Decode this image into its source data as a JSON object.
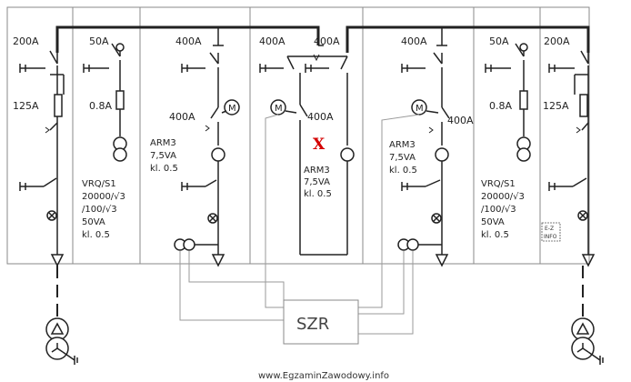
{
  "cells": [
    {
      "id": "cell-1",
      "top_rating": "200A",
      "fuse": "125A"
    },
    {
      "id": "cell-2",
      "top_rating": "50A",
      "fuse": "0.8A",
      "vt_lines": [
        "VRQ/S1",
        "20000/√3",
        "/100/√3",
        "50VA",
        "kl. 0.5"
      ]
    },
    {
      "id": "cell-3",
      "top_rating": "400A",
      "breaker": "400A",
      "motor": "M",
      "ct_lines": [
        "ARM3",
        "7,5VA",
        "kl. 0.5"
      ]
    },
    {
      "id": "cell-4",
      "top_left": "400A",
      "top_right": "400A",
      "breaker": "400A",
      "motor": "M",
      "marker": "X",
      "ct_lines": [
        "ARM3",
        "7,5VA",
        "kl. 0.5"
      ]
    },
    {
      "id": "cell-5",
      "top_rating": "400A",
      "breaker": "400A",
      "motor": "M",
      "ct_lines": [
        "ARM3",
        "7,5VA",
        "kl. 0.5"
      ]
    },
    {
      "id": "cell-6",
      "top_rating": "50A",
      "fuse": "0.8A",
      "vt_lines": [
        "VRQ/S1",
        "20000/√3",
        "/100/√3",
        "50VA",
        "kl. 0.5"
      ]
    },
    {
      "id": "cell-7",
      "top_rating": "200A",
      "fuse": "125A"
    }
  ],
  "controller": "SZR",
  "info_badge": {
    "line1": "E-Z",
    "line2": "INFO"
  },
  "footer": "www.EgzaminZawodowy.info"
}
